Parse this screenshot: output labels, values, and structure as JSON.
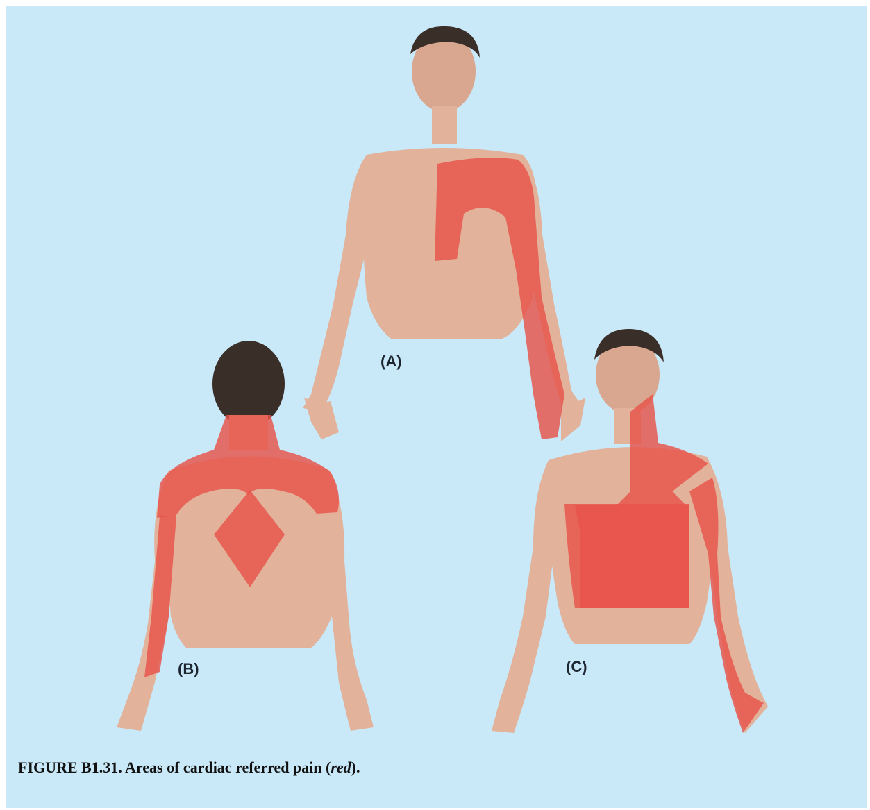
{
  "figure": {
    "labels": {
      "a": "(A)",
      "b": "(B)",
      "c": "(C)"
    },
    "caption": {
      "prefix": "FIGURE B1.31. Areas of cardiac referred pain (",
      "italic": "red",
      "suffix": ")."
    }
  },
  "colors": {
    "background": "#c9e9f8",
    "skin": "#e2b29b",
    "skin_shadow": "#c89580",
    "hair": "#3a2e28",
    "pain": "#e8534a"
  }
}
